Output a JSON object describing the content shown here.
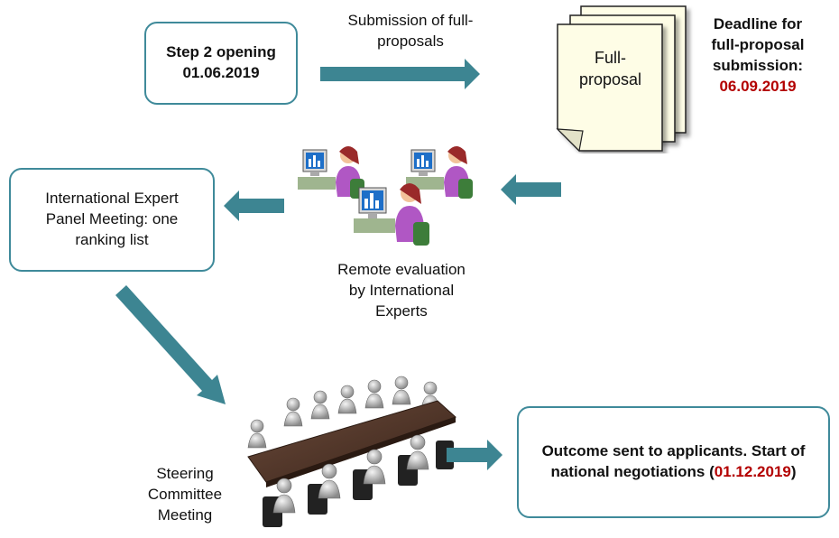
{
  "step2_box": {
    "line1": "Step 2 opening",
    "line2": "01.06.2019"
  },
  "submission_label": {
    "line1": "Submission of full-",
    "line2": "proposals"
  },
  "document_stack": {
    "line1": "Full-",
    "line2": "proposal"
  },
  "deadline": {
    "line1": "Deadline for",
    "line2": "full-proposal",
    "line3": "submission:",
    "date": "06.09.2019"
  },
  "panel_box": {
    "line1": "International Expert",
    "line2": "Panel Meeting: one",
    "line3": "ranking list"
  },
  "remote_label": {
    "line1": "Remote evaluation",
    "line2": "by International",
    "line3": "Experts"
  },
  "steering_label": {
    "line1": "Steering",
    "line2": "Committee",
    "line3": "Meeting"
  },
  "outcome_box": {
    "line1": "Outcome sent to applicants. Start of",
    "line2_prefix": "national negotiations (",
    "date": "01.12.2019",
    "line2_suffix": ")"
  },
  "colors": {
    "arrow": "#3d8592",
    "box_border": "#3f8a9a",
    "date_red": "#b30000"
  },
  "icons": [
    "block-arrow",
    "document-stack-icon",
    "experts-at-computers-icon",
    "conference-table-icon"
  ]
}
